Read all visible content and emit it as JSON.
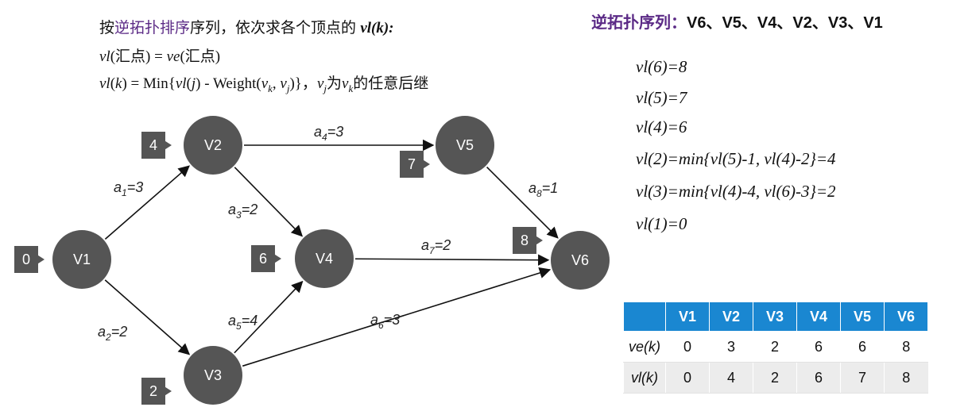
{
  "header": {
    "line1_prefix": "按",
    "line1_highlight": "逆拓扑排序",
    "line1_suffix": "序列，依次求各个顶点的 ",
    "line1_vlk": "vl(k):",
    "line2_vl": "vl",
    "line2_a": "(汇点) = ",
    "line2_ve": "ve",
    "line2_b": "(汇点)",
    "line3_vl": "vl",
    "line3_a": "(",
    "line3_k": "k",
    "line3_b": ") = Min{",
    "line3_vl2": "vl",
    "line3_c": "(",
    "line3_j": "j",
    "line3_d": ") - Weight(",
    "line3_v1": "v",
    "line3_k2": "k",
    "line3_e": ", ",
    "line3_v2": "v",
    "line3_j2": "j",
    "line3_f": ")}，",
    "line3_v3": "v",
    "line3_j3": "j",
    "line3_g": "为",
    "line3_v4": "v",
    "line3_k3": "k",
    "line3_h": "的任意后继"
  },
  "reverse_topo": {
    "label": "逆拓扑序列：",
    "sequence": "V6、V5、V4、V2、V3、V1"
  },
  "calculations": [
    "vl(6)=8",
    "vl(5)=7",
    "vl(4)=6",
    "vl(2)=min{vl(5)-1, vl(4)-2}=4",
    "vl(3)=min{vl(4)-4, vl(6)-3}=2",
    "vl(1)=0"
  ],
  "graph": {
    "nodes": [
      {
        "id": "V1",
        "tag": "0"
      },
      {
        "id": "V2",
        "tag": "4"
      },
      {
        "id": "V3",
        "tag": "2"
      },
      {
        "id": "V4",
        "tag": "6"
      },
      {
        "id": "V5",
        "tag": "7"
      },
      {
        "id": "V6",
        "tag": "8"
      }
    ],
    "edges": [
      {
        "name": "a",
        "sub": "1",
        "weight": "=3",
        "from": "V1",
        "to": "V2"
      },
      {
        "name": "a",
        "sub": "2",
        "weight": "=2",
        "from": "V1",
        "to": "V3"
      },
      {
        "name": "a",
        "sub": "3",
        "weight": "=2",
        "from": "V2",
        "to": "V4"
      },
      {
        "name": "a",
        "sub": "4",
        "weight": "=3",
        "from": "V2",
        "to": "V5"
      },
      {
        "name": "a",
        "sub": "5",
        "weight": "=4",
        "from": "V3",
        "to": "V4"
      },
      {
        "name": "a",
        "sub": "6",
        "weight": "=3",
        "from": "V3",
        "to": "V6"
      },
      {
        "name": "a",
        "sub": "7",
        "weight": "=2",
        "from": "V4",
        "to": "V6"
      },
      {
        "name": "a",
        "sub": "8",
        "weight": "=1",
        "from": "V5",
        "to": "V6"
      }
    ],
    "node_color": "#555555",
    "tag_color": "#555555"
  },
  "table": {
    "headers": [
      "V1",
      "V2",
      "V3",
      "V4",
      "V5",
      "V6"
    ],
    "rows": [
      {
        "label": "ve(k)",
        "values": [
          "0",
          "3",
          "2",
          "6",
          "6",
          "8"
        ]
      },
      {
        "label": "vl(k)",
        "values": [
          "0",
          "4",
          "2",
          "6",
          "7",
          "8"
        ]
      }
    ],
    "header_color": "#1a87d1"
  }
}
